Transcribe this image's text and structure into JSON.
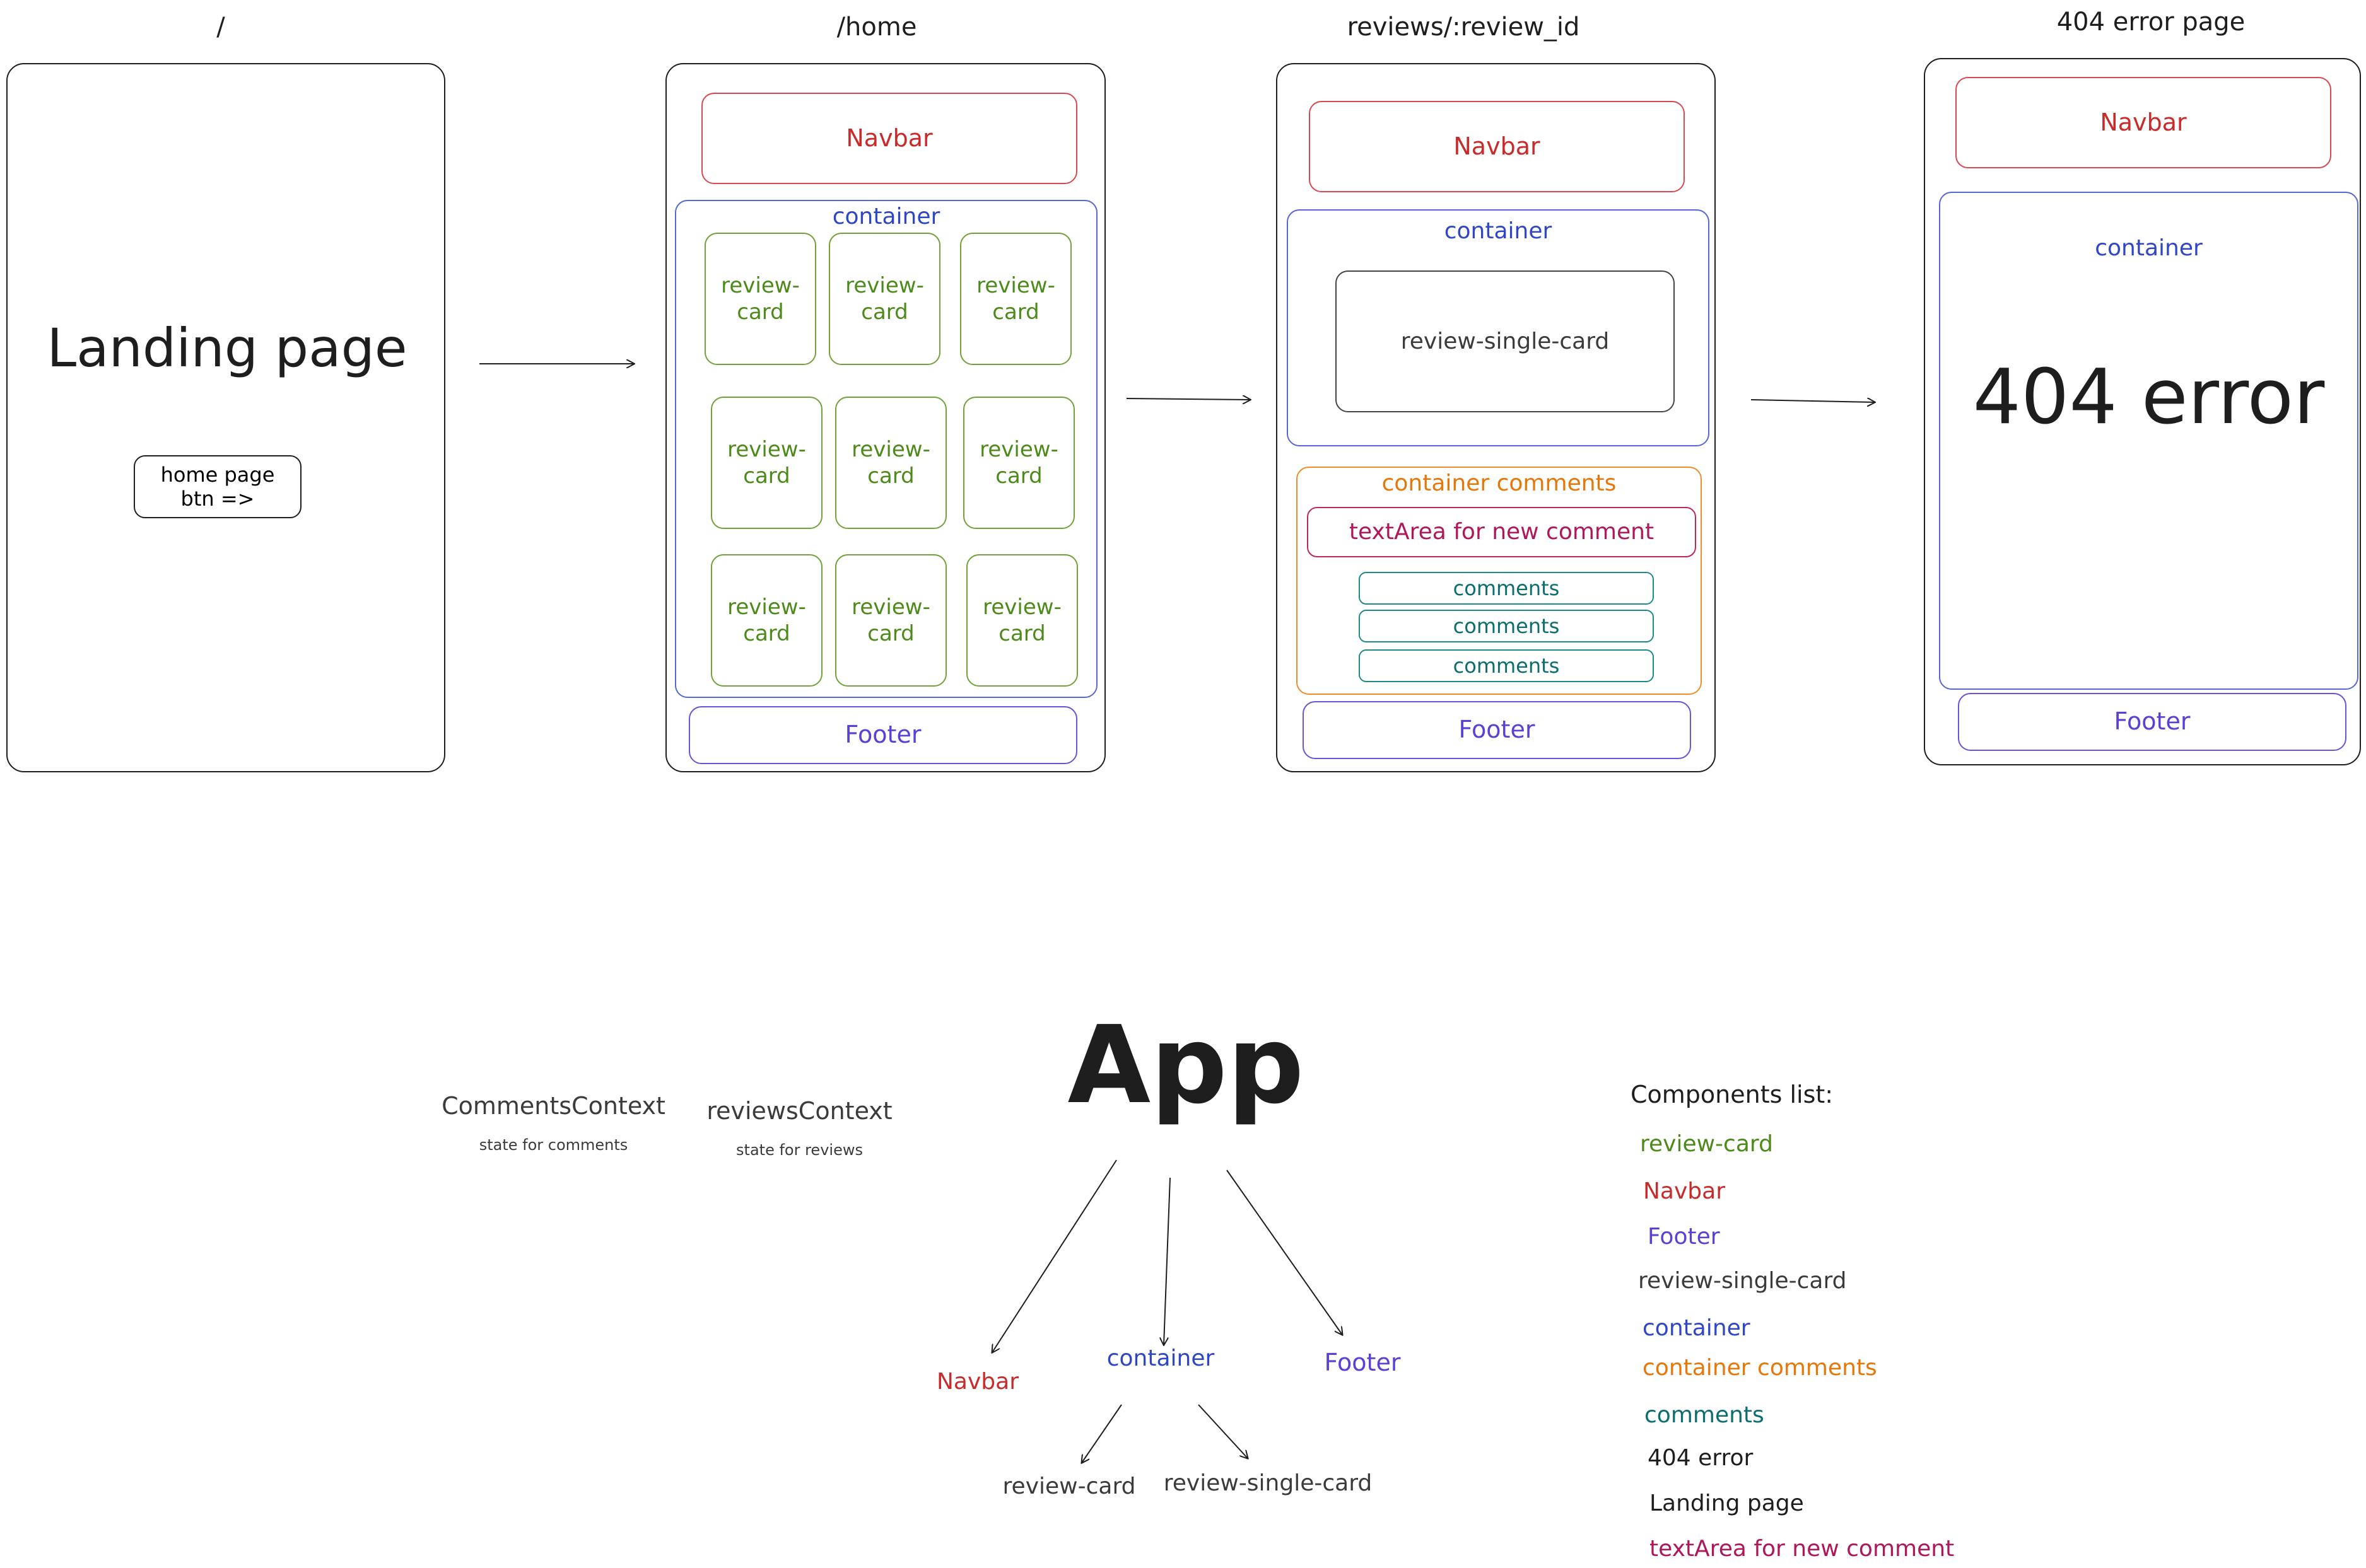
{
  "routes": {
    "landing": {
      "path": "/",
      "title": "Landing page",
      "button_line1": "home page",
      "button_line2": "btn =>"
    },
    "home": {
      "path": "/home",
      "navbar": "Navbar",
      "container": "container",
      "cards": [
        "review-card",
        "review-card",
        "review-card",
        "review-card",
        "review-card",
        "review-card",
        "review-card",
        "review-card",
        "review-card"
      ],
      "footer": "Footer"
    },
    "review": {
      "path": "reviews/:review_id",
      "navbar": "Navbar",
      "container": "container",
      "single_card": "review-single-card",
      "comments_container": "container comments",
      "textarea": "textArea for new comment",
      "comments": [
        "comments",
        "comments",
        "comments"
      ],
      "footer": "Footer"
    },
    "error": {
      "path": "404 error page",
      "navbar": "Navbar",
      "container": "container",
      "message": "404 error",
      "footer": "Footer"
    }
  },
  "contexts": [
    {
      "name": "CommentsContext",
      "desc": "state for comments"
    },
    {
      "name": "reviewsContext",
      "desc": "state for reviews"
    }
  ],
  "tree": {
    "root": "App",
    "navbar": "Navbar",
    "container": "container",
    "footer": "Footer",
    "review_card": "review-card",
    "review_single_card": "review-single-card"
  },
  "components_list": {
    "title": "Components list:",
    "items": [
      {
        "label": "review-card",
        "color": "#4c8a1a"
      },
      {
        "label": "Navbar",
        "color": "#c92a2a"
      },
      {
        "label": "Footer",
        "color": "#5b3fd6"
      },
      {
        "label": "review-single-card",
        "color": "#3b3b3b"
      },
      {
        "label": "container",
        "color": "#2f46c8"
      },
      {
        "label": "container comments",
        "color": "#e8770a"
      },
      {
        "label": "comments",
        "color": "#0c6e6e"
      },
      {
        "label": "404 error",
        "color": "#1e1e1e"
      },
      {
        "label": "Landing page",
        "color": "#1e1e1e"
      },
      {
        "label": "textArea for new comment",
        "color": "#b0175a"
      }
    ]
  }
}
